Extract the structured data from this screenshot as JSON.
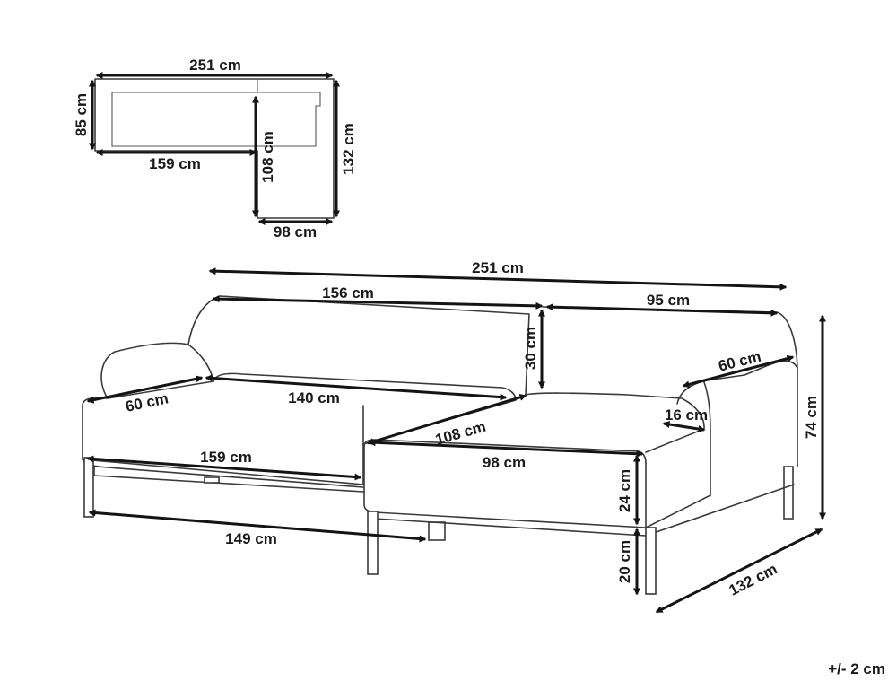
{
  "plan_view": {
    "total_width": "251 cm",
    "depth": "85 cm",
    "main_length": "159 cm",
    "chaise_length": "108 cm",
    "chaise_depth": "132 cm",
    "chaise_width": "98 cm"
  },
  "front_view": {
    "total_width": "251 cm",
    "back_left": "156 cm",
    "back_right": "95 cm",
    "back_height": "30 cm",
    "overall_height": "74 cm",
    "arm_depth_left": "60 cm",
    "seat_width": "140 cm",
    "arm_depth_right": "60 cm",
    "arm_width": "16 cm",
    "chaise_inner": "108 cm",
    "chaise_front": "98 cm",
    "base_width": "159 cm",
    "leg_span": "149 cm",
    "seat_thickness": "24 cm",
    "leg_height": "20 cm",
    "chaise_length": "132 cm"
  },
  "tolerance": "+/- 2 cm"
}
